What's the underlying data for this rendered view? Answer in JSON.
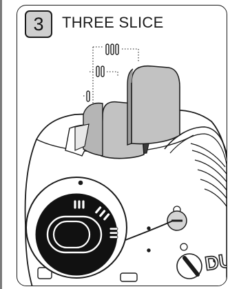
{
  "header": {
    "step_number": "3",
    "title": "THREE SLICE"
  },
  "illustration": {
    "brand_fragment": "DU",
    "selector_position": "three-slice",
    "icons": [
      "toaster-icon",
      "bread-slice-icon",
      "selector-dial-icon",
      "timer-knob-icon"
    ]
  },
  "colors": {
    "badge_fill": "#cfcfcf",
    "bread_fill": "#c2c2c2",
    "dial_fill": "#111111",
    "outline": "#1a1a1a"
  }
}
